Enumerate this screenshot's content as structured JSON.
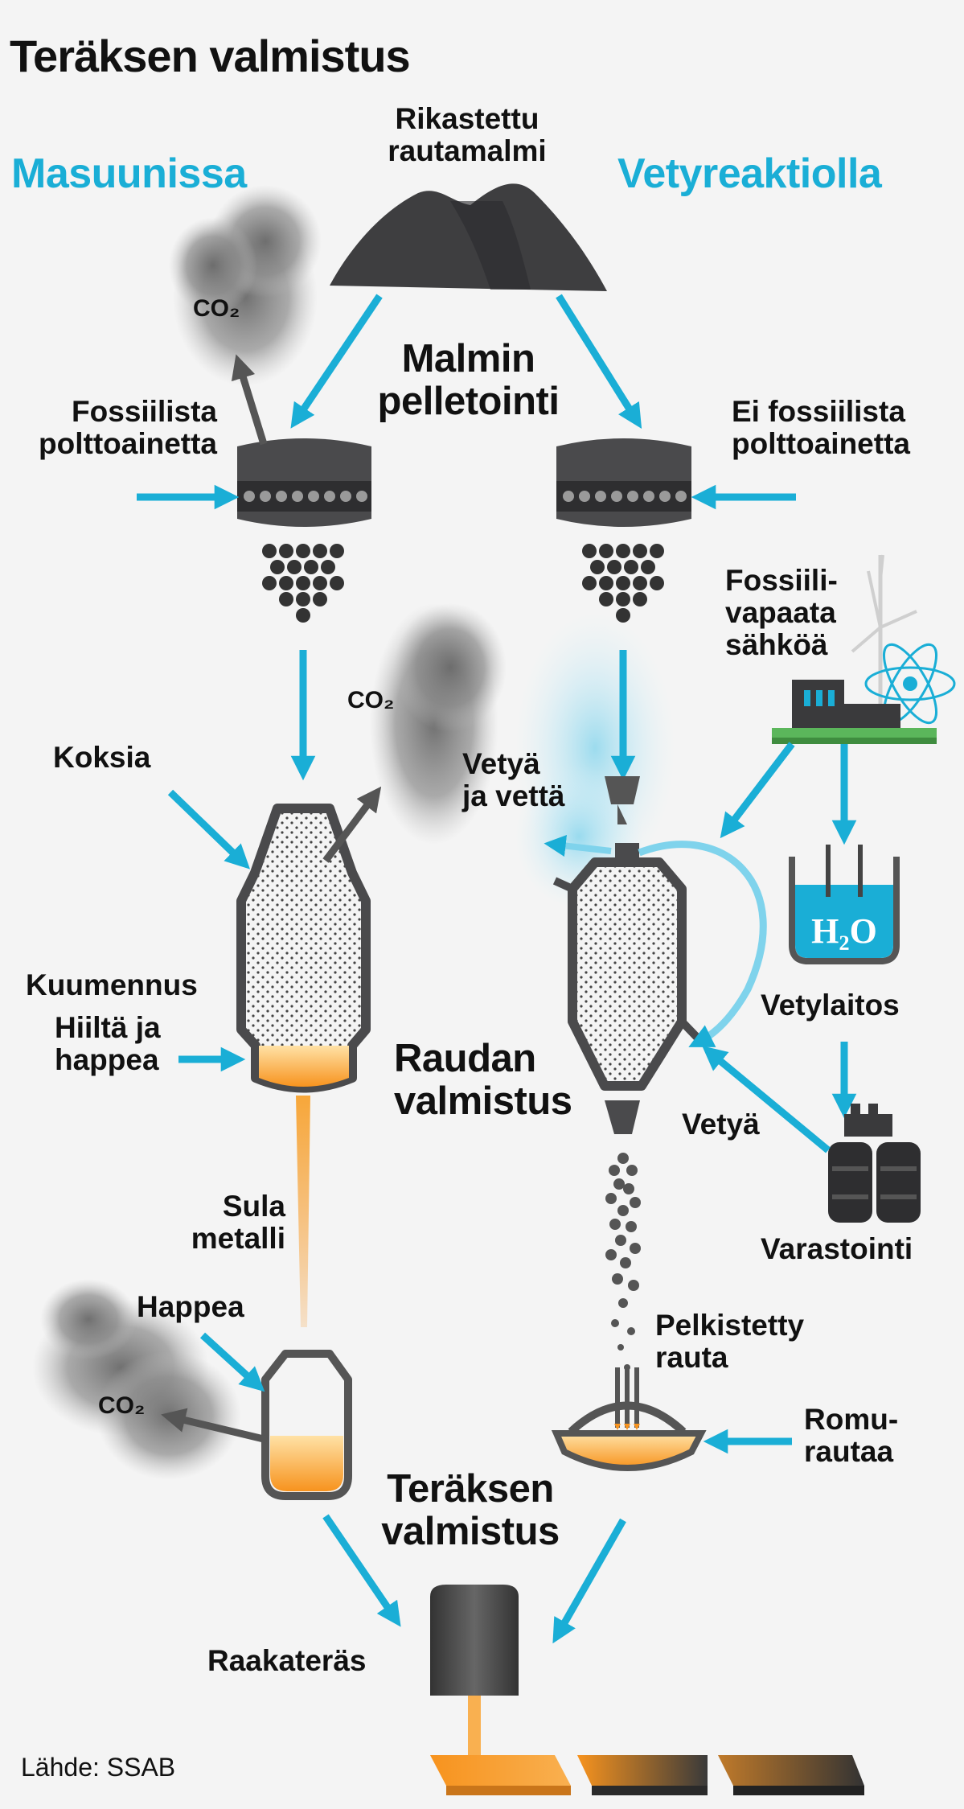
{
  "title": "Teräksen valmistus",
  "left_heading": "Masuunissa",
  "right_heading": "Vetyreaktiolla",
  "ore": "Rikastettu\nrautamalmi",
  "pelletizing": "Malmin\npelletointi",
  "fossil_fuel": "Fossiilista\npolttoainetta",
  "non_fossil_fuel": "Ei fossiilista\npolttoainetta",
  "fossil_free_electricity": "Fossiili-\nvapaata\nsähköä",
  "co2_label": "CO₂",
  "coke": "Koksia",
  "hydrogen_and_water": "Vetyä\nja vettä",
  "hydrogen_plant": "Vetylaitos",
  "h2o": "H₂O",
  "heating": "Kuumennus",
  "coal_and_oxygen": "Hiiltä ja\nhappea",
  "iron_making": "Raudan\nvalmistus",
  "hydrogen": "Vetyä",
  "storage": "Varastointi",
  "molten_metal": "Sula\nmetalli",
  "oxygen": "Happea",
  "reduced_iron": "Pelkistetty\nrauta",
  "scrap_iron": "Romu-\nrautaa",
  "steel_making": "Teräksen\nvalmistus",
  "crude_steel": "Raakateräs",
  "source": "Lähde: SSAB",
  "colors": {
    "accent_blue": "#1aaed6",
    "molten_orange": "#f7931e",
    "dark_gray": "#4a4a4c"
  }
}
